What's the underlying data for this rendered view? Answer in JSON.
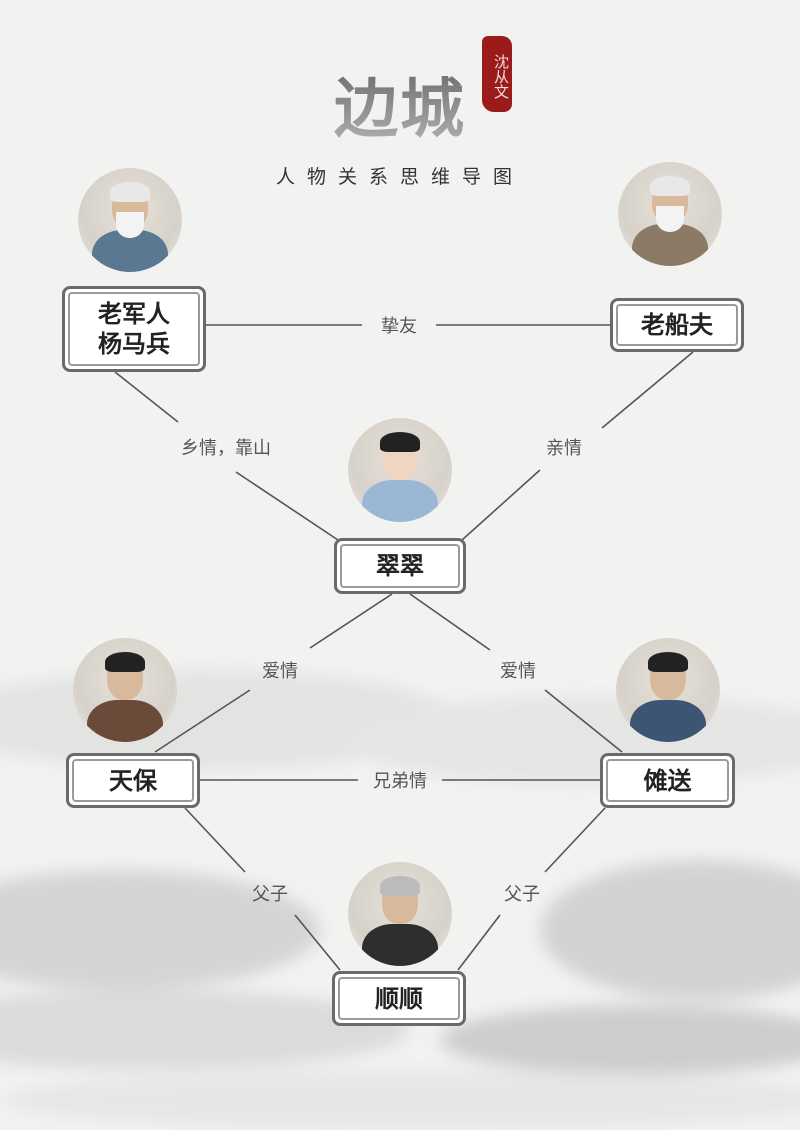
{
  "title": "边城",
  "author_seal": "沈从文",
  "subtitle": "人物关系思维导图",
  "characters": {
    "yang_mabing": "老军人\n杨马兵",
    "yang_mabing_line1": "老军人",
    "yang_mabing_line2": "杨马兵",
    "old_ferryman": "老船夫",
    "cuicui": "翠翠",
    "tianbao": "天保",
    "nuosong": "傩送",
    "shunshun": "顺顺"
  },
  "relations": {
    "yang_ferryman": "挚友",
    "yang_cuicui": "乡情，靠山",
    "ferryman_cuicui": "亲情",
    "cuicui_tianbao": "爱情",
    "cuicui_nuosong": "爱情",
    "tianbao_nuosong": "兄弟情",
    "tianbao_shunshun": "父子",
    "nuosong_shunshun": "父子"
  }
}
